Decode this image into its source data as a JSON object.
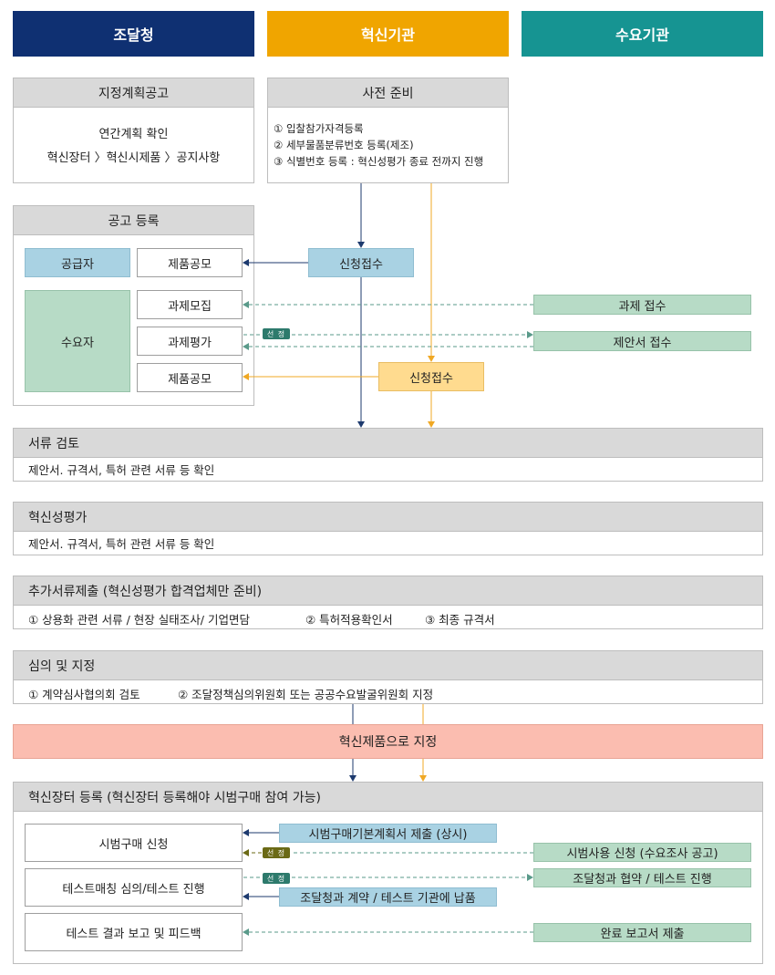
{
  "headers": {
    "pps": "조달청",
    "innovation_agency": "혁신기관",
    "demand_agency": "수요기관"
  },
  "colors": {
    "pps": "#0f3072",
    "innovation_agency": "#f0a500",
    "demand_agency": "#169492",
    "blue_arrow": "#1d3a6e",
    "orange_arrow": "#f0a824",
    "green_dashed": "#5a9a8a",
    "tag_teal": "#2d7a6c",
    "tag_olive": "#6b6a16"
  },
  "plan_notice": {
    "title": "지정계획공고",
    "line1": "연간계획 확인",
    "line2": "혁신장터 〉혁신시제품 〉공지사항"
  },
  "preparation": {
    "title": "사전 준비",
    "item1": "① 입찰참가자격등록",
    "item2": "② 세부물품분류번호 등록(제조)",
    "item3": "③ 식별번호 등록 : 혁신성평가 종료 전까지 진행"
  },
  "notice_registration": {
    "title": "공고 등록",
    "supplier": "공급자",
    "demander": "수요자",
    "product_call_1": "제품공모",
    "task_recruit": "과제모집",
    "task_eval": "과제평가",
    "product_call_2": "제품공모"
  },
  "application_blue": "신청접수",
  "application_yellow": "신청접수",
  "task_receipt": "과제 접수",
  "proposal_receipt": "제안서 접수",
  "selection_tag_1": "선 정",
  "doc_review": {
    "title": "서류 검토",
    "body": "제안서. 규격서, 특허 관련 서류 등 확인"
  },
  "innovation_eval": {
    "title": "혁신성평가",
    "body": "제안서. 규격서, 특허 관련 서류 등 확인"
  },
  "additional_docs": {
    "title": "추가서류제출 (혁신성평가 합격업체만 준비)",
    "item1": "① 상용화 관련 서류 / 현장 실태조사/ 기업면담",
    "item2": "② 특허적용확인서",
    "item3": "③ 최종 규격서"
  },
  "deliberation": {
    "title": "심의 및 지정",
    "item1": "① 계약심사협의회 검토",
    "item2": "② 조달정책심의위원회 또는 공공수요발굴위원회 지정"
  },
  "designation": "혁신제품으로 지정",
  "market_registration": {
    "title": "혁신장터 등록 (혁신장터 등록해야 시범구매 참여 가능)",
    "pilot_purchase": "시범구매 신청",
    "test_matching": "테스트매칭 심의/테스트 진행",
    "test_result": "테스트 결과 보고 및 피드백",
    "basic_plan": "시범구매기본계획서 제출 (상시)",
    "pilot_use": "시범사용 신청 (수요조사 공고)",
    "selection_tag_2": "선 정",
    "selection_tag_3": "선 정",
    "agreement": "조달청과 협약 / 테스트 진행",
    "contract": "조달청과 계약 / 테스트 기관에 납품",
    "completion": "완료 보고서 제출"
  }
}
